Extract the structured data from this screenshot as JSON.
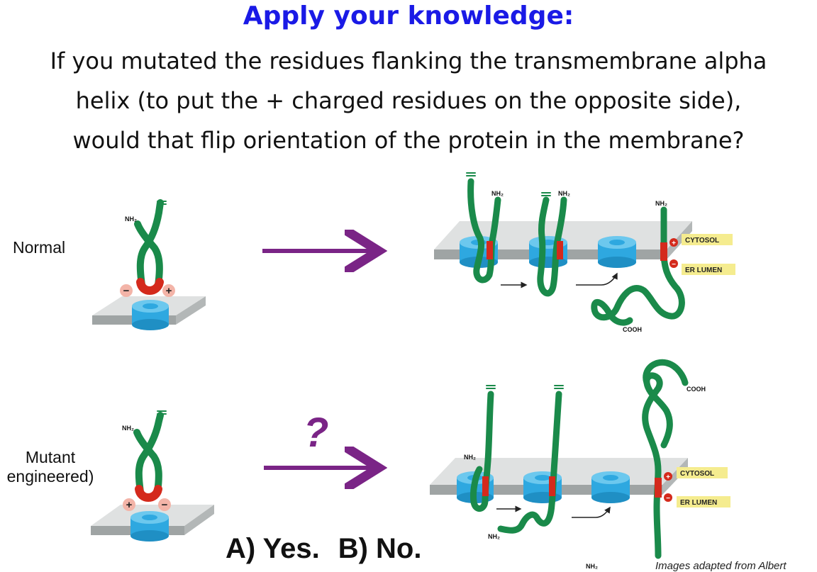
{
  "heading": "Apply your knowledge:",
  "question_lines": [
    "If you mutated the residues flanking the transmembrane alpha",
    "helix (to put the + charged residues on the opposite side),",
    "would that flip orientation of the protein in the membrane?"
  ],
  "rows": {
    "normal_label": "Normal",
    "mutant_label_line1": "Mutant",
    "mutant_label_line2": "engineered)"
  },
  "labels": {
    "nh2": "NH₂",
    "cooh": "COOH",
    "cytosol": "CYTOSOL",
    "er_lumen": "ER LUMEN",
    "plus": "+",
    "minus": "−",
    "question_mark": "?"
  },
  "answers": [
    "A) Yes.",
    "B) No."
  ],
  "credit": "Images adapted from Albert",
  "colors": {
    "heading": "#1a1ae6",
    "protein": "#1a8a4a",
    "translocon": "#2ea8e0",
    "membrane": "#c9cccc",
    "signal": "#d42a1c",
    "arrow": "#7a2486",
    "tag_bg": "#f5ec8f",
    "charge_bg": "#f3b4a8"
  }
}
